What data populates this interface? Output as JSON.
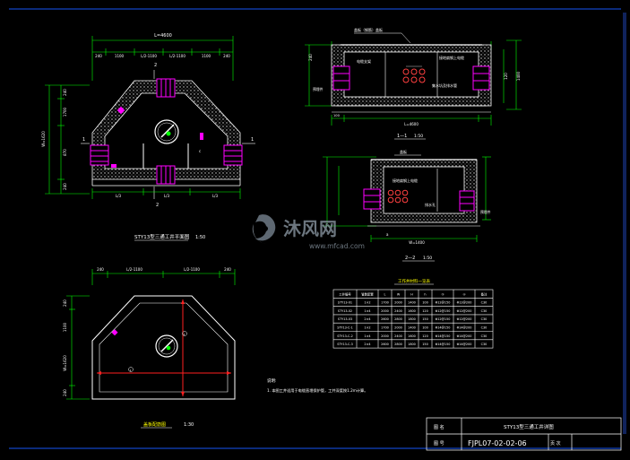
{
  "views": {
    "plan_title": "STY13型三通工井平面图",
    "plan_scale": "1:50",
    "cover_title": "盖板配筋图",
    "cover_scale": "1:30",
    "sec1_title": "1—1",
    "sec1_scale": "1:50",
    "sec2_title": "2—2",
    "sec2_scale": "1:50",
    "note_head": "说明:",
    "note_line": "1. 本图工井适用于电缆直埋保护管，工井深度按1.2m计算。"
  },
  "dims": {
    "total": "L=4600",
    "seg_1100": "1100",
    "seg_L2": "L/2-1100",
    "seg_240": "240",
    "L3": "L/3",
    "h_1700": "1700",
    "h_1100": "1100",
    "h_240": "240",
    "h_870": "870",
    "W": "W=1620",
    "d_1400": "1400",
    "d_120": "120",
    "d_100": "100",
    "d_L4600": "L=4600",
    "sec2_W": "W=1400",
    "bar_a": "a",
    "bar_b": "b",
    "bar_c": "c",
    "bar_1": "1",
    "bar_2": "2",
    "bar_6": "6"
  },
  "labels": {
    "sec1_top": "盖板（钢筋）盖板",
    "sec1_left": "电缆支架",
    "sec1_right": "接地扁钢上电缆",
    "sec1_bot": "集水坑及排水管",
    "sec1_bot2": "预埋件",
    "sec2_top": "盖板",
    "sec2_left": "接地扁钢上电缆",
    "sec2_mid": "排水孔",
    "sec2_right": "预埋件"
  },
  "table": {
    "title": "工作井材料一览表",
    "headers": [
      "工井编号",
      "管数配置",
      "L",
      "W",
      "H",
      "h",
      "①",
      "②",
      "备注"
    ],
    "rows": [
      [
        "STY13-01",
        "1×2",
        "1700",
        "2000",
        "1400",
        "100",
        "Φ12@150",
        "Φ12@200",
        "C30"
      ],
      [
        "STY13-02",
        "1×4",
        "2000",
        "2400",
        "1600",
        "120",
        "Φ12@150",
        "Φ12@200",
        "C30"
      ],
      [
        "STY13-03",
        "2×4",
        "2600",
        "2800",
        "1800",
        "150",
        "Φ12@150",
        "Φ12@200",
        "C30"
      ],
      [
        "STY13-C-1",
        "1×2",
        "1700",
        "2000",
        "1400",
        "100",
        "Φ14@150",
        "Φ14@200",
        "C30"
      ],
      [
        "STY13-C-2",
        "1×4",
        "2000",
        "2400",
        "1600",
        "120",
        "Φ14@150",
        "Φ14@200",
        "C30"
      ],
      [
        "STY13-C-3",
        "2×4",
        "2600",
        "2800",
        "1800",
        "150",
        "Φ14@150",
        "Φ14@200",
        "C30"
      ]
    ]
  },
  "title_block": {
    "name_label": "图 名",
    "name_value": "STY13型三通工井详图",
    "num_label": "图 号",
    "num_value": "FJPL07-02-02-06",
    "page_label": "页 次"
  },
  "watermark": {
    "brand": "沐风网",
    "url": "www.mfcad.com"
  },
  "colors": {
    "background": "#000000",
    "line": "#ffffff",
    "dim": "#00ff00",
    "pipe": "#ff00ff",
    "section": "#ff0000",
    "cyan": "#00ffff",
    "yellow": "#ffff00",
    "hatch": "#e0e0e0"
  }
}
